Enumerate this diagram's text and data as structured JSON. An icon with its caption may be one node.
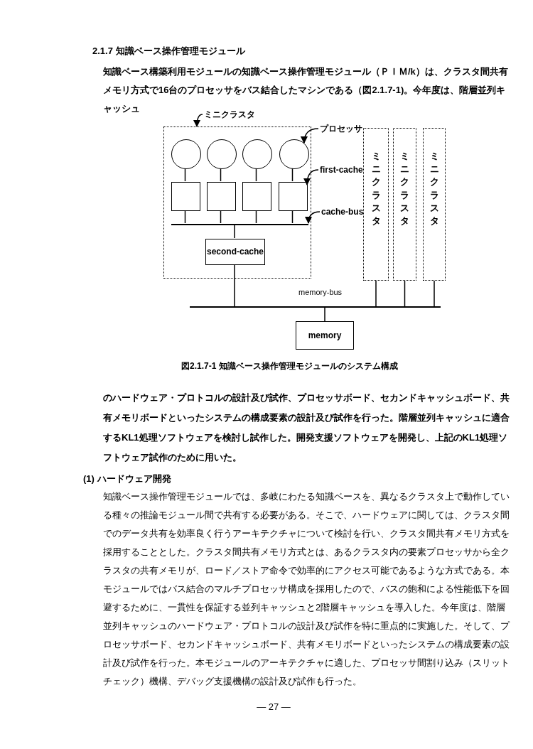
{
  "diagram": {
    "title": "2.1.7 知識ベース操作管理モジュール",
    "caption": "図2.1.7-1 知識ベース操作管理モジュールのシステム構成",
    "nodes": [
      {
        "text": [
          "ミニクラスタ"
        ]
      },
      {
        "text": [],
        "shape": "box"
      },
      {
        "text": [],
        "shape": "circle",
        "in": 1
      },
      {
        "text": [],
        "shape": "circle",
        "in": 1
      },
      {
        "text": [],
        "shape": "circle",
        "in": 1
      },
      {
        "text": [],
        "shape": "circle",
        "in": 1
      },
      {
        "text": [],
        "shape": "box",
        "in": 1
      },
      {
        "text": [],
        "shape": "box",
        "in": 1
      },
      {
        "text": [],
        "shape": "box",
        "in": 1
      },
      {
        "text": [],
        "shape": "box",
        "in": 1
      },
      {
        "text": [],
        "shape": "bar",
        "in": 1
      },
      {
        "text": [
          "second-cache"
        ],
        "in": 1
      },
      {
        "text": [
          "プロセッサ"
        ]
      },
      {
        "text": [
          "first-cache"
        ]
      },
      {
        "text": [
          "cache-bus"
        ]
      },
      {
        "text": [
          "ミニクラスタ"
        ]
      },
      {
        "text": [
          "ミニクラスタ"
        ]
      },
      {
        "text": [
          "ミニクラスタ"
        ]
      },
      {
        "text": [],
        "shape": "bar"
      },
      {
        "text": [
          "memory"
        ]
      }
    ],
    "edges": [
      {
        "from": 0,
        "to": 1,
        "arrow": "to"
      },
      {
        "from": 12,
        "to": 5,
        "arrow": "to"
      },
      {
        "from": 13,
        "to": 9,
        "arrow": "to"
      },
      {
        "from": 14,
        "to": 10,
        "arrow": "to"
      },
      {
        "from": 2,
        "to": 6,
        "arrow": "none"
      },
      {
        "from": 3,
        "to": 7,
        "arrow": "none"
      },
      {
        "from": 4,
        "to": 8,
        "arrow": "none"
      },
      {
        "from": 5,
        "to": 9,
        "arrow": "none"
      },
      {
        "from": 6,
        "to": 10,
        "arrow": "none"
      },
      {
        "from": 7,
        "to": 10,
        "arrow": "none"
      },
      {
        "from": 8,
        "to": 10,
        "arrow": "none"
      },
      {
        "from": 9,
        "to": 10,
        "arrow": "none"
      },
      {
        "from": 10,
        "to": 11,
        "arrow": "none"
      },
      {
        "from": 11,
        "to": 18,
        "arrow": "none"
      },
      {
        "from": 15,
        "to": 18,
        "arrow": "none"
      },
      {
        "from": 16,
        "to": 18,
        "arrow": "none"
      },
      {
        "from": 17,
        "to": 18,
        "arrow": "none"
      },
      {
        "from": 18,
        "to": 19,
        "arrow": "none"
      }
    ],
    "labels": [
      "知識ベース構築利用モジュールの知識ベース操作管理モジュール（ＰＩＭ/k）は、クラスタ間共有メモリ方式で16台のプロセッサをバス結合したマシンである（図2.1.7-1)。今年度は、階層並列キャッシュ",
      "memory-bus",
      "のハードウェア・プロトコルの設計及び試作、プロセッサボード、セカンドキャッシュボード、共有メモリボードといったシステムの構成要素の設計及び試作を行った。階層並列キャッシュに適合するKL1処理ソフトウェアを検討し試作した。開発支援ソフトウェアを開発し、上記のKL1処理ソフトウェア試作のために用いた。",
      "(1) ハードウェア開発",
      "知識ベース操作管理モジュールでは、多岐にわたる知識ベースを、異なるクラスタ上で動作している種々の推論モジュール間で共有する必要がある。そこで、ハードウェアに関しては、クラスタ間でのデータ共有を効率良く行うアーキテクチャについて検討を行い、クラスタ間共有メモリ方式を採用することとした。クラスタ間共有メモリ方式とは、あるクラスタ内の要素プロセッサから全クラスタの共有メモリが、ロード／ストア命令で効率的にアクセス可能であるような方式である。本モジュールではバス結合のマルチプロセッサ構成を採用したので、バスの飽和による性能低下を回避するために、一貫性を保証する並列キャッシュと2階層キャッシュを導入した。今年度は、階層並列キャッシュのハードウェア・プロトコルの設計及び試作を特に重点的に実施した。そして、プロセッサボード、セカンドキャッシュボード、共有メモリボードといったシステムの構成要素の設計及び試作を行った。本モジュールのアーキテクチャに適した、プロセッサ間割り込み（スリットチェック）機構、デバッグ支援機構の設計及び試作も行った。",
      "— 27 —"
    ]
  }
}
